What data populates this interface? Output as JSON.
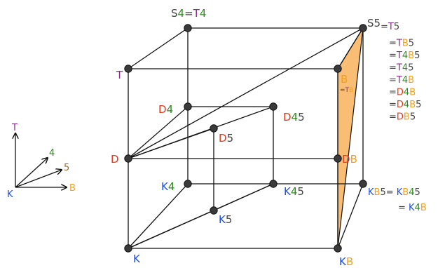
{
  "colors": {
    "K": "#1f4fe0",
    "T": "#8a2a8a",
    "n4": "#2e8a1e",
    "n5": "#9a6a2a",
    "B": "#f0a020",
    "D": "#e8381a",
    "S": "#444444",
    "edge": "#111111",
    "face": "#f9be73"
  },
  "vertices": [
    {
      "id": "K",
      "label": [
        [
          "K",
          "K"
        ]
      ]
    },
    {
      "id": "KB",
      "label": [
        [
          "K",
          "K"
        ],
        [
          "B",
          "B"
        ]
      ]
    },
    {
      "id": "D",
      "label": [
        [
          "D",
          "D"
        ]
      ]
    },
    {
      "id": "DB",
      "label": [
        [
          "D",
          "D"
        ],
        [
          "B",
          "B"
        ]
      ]
    },
    {
      "id": "T",
      "label": [
        [
          "T",
          "T"
        ]
      ]
    },
    {
      "id": "B",
      "label": [
        [
          "B",
          "B"
        ]
      ]
    },
    {
      "id": "S4",
      "label": [
        [
          "S",
          "S"
        ],
        [
          "4",
          "n4"
        ],
        [
          "=",
          "S"
        ],
        [
          "T",
          "T"
        ],
        [
          "4",
          "n4"
        ]
      ]
    },
    {
      "id": "S5",
      "label": [
        [
          "S",
          "S"
        ],
        [
          "5",
          "S"
        ]
      ]
    },
    {
      "id": "K4",
      "label": [
        [
          "K",
          "K"
        ],
        [
          "4",
          "n4"
        ]
      ]
    },
    {
      "id": "K45",
      "label": [
        [
          "K",
          "K"
        ],
        [
          "4",
          "n4"
        ],
        [
          "5",
          "S"
        ]
      ]
    },
    {
      "id": "D4",
      "label": [
        [
          "D",
          "D"
        ],
        [
          "4",
          "n4"
        ]
      ]
    },
    {
      "id": "D45",
      "label": [
        [
          "D",
          "D"
        ],
        [
          "4",
          "n4"
        ],
        [
          "5",
          "S"
        ]
      ]
    },
    {
      "id": "D5",
      "label": [
        [
          "D",
          "D"
        ],
        [
          "5",
          "S"
        ]
      ]
    },
    {
      "id": "K5",
      "label": [
        [
          "K",
          "K"
        ],
        [
          "5",
          "S"
        ]
      ]
    }
  ],
  "face_labels": {
    "tb": [
      [
        "=",
        "S"
      ],
      [
        "T",
        "T"
      ],
      [
        "B",
        "B"
      ]
    ]
  },
  "s5_equalities": [
    [
      [
        "=",
        "S"
      ],
      [
        "T",
        "T"
      ],
      [
        "5",
        "S"
      ]
    ],
    [
      [
        "=",
        "S"
      ],
      [
        "T",
        "T"
      ],
      [
        "B",
        "B"
      ],
      [
        "5",
        "S"
      ]
    ],
    [
      [
        "=",
        "S"
      ],
      [
        "T",
        "T"
      ],
      [
        "4",
        "n4"
      ],
      [
        "B",
        "B"
      ],
      [
        "5",
        "S"
      ]
    ],
    [
      [
        "=",
        "S"
      ],
      [
        "T",
        "T"
      ],
      [
        "4",
        "n4"
      ],
      [
        "5",
        "S"
      ]
    ],
    [
      [
        "=",
        "S"
      ],
      [
        "T",
        "T"
      ],
      [
        "4",
        "n4"
      ],
      [
        "B",
        "B"
      ]
    ],
    [
      [
        "=",
        "S"
      ],
      [
        "D",
        "D"
      ],
      [
        "4",
        "n4"
      ],
      [
        "B",
        "B"
      ]
    ],
    [
      [
        "=",
        "S"
      ],
      [
        "D",
        "D"
      ],
      [
        "4",
        "n4"
      ],
      [
        "B",
        "B"
      ],
      [
        "5",
        "S"
      ]
    ],
    [
      [
        "=",
        "S"
      ],
      [
        "D",
        "D"
      ],
      [
        "B",
        "B"
      ],
      [
        "5",
        "S"
      ]
    ]
  ],
  "kb5_equalities": [
    [
      [
        "K",
        "K"
      ],
      [
        "B",
        "B"
      ],
      [
        "5",
        "S"
      ],
      [
        "= ",
        "S"
      ],
      [
        "K",
        "K"
      ],
      [
        "B",
        "B"
      ],
      [
        "4",
        "n4"
      ],
      [
        "5",
        "S"
      ]
    ],
    [
      [
        "= ",
        "S"
      ],
      [
        "K",
        "K"
      ],
      [
        "4",
        "n4"
      ],
      [
        "B",
        "B"
      ]
    ]
  ],
  "axes": {
    "origin": [
      [
        "K",
        "K"
      ]
    ],
    "T": [
      [
        "T",
        "T"
      ]
    ],
    "n4": [
      [
        "4",
        "n4"
      ]
    ],
    "n5": [
      [
        "5",
        "n5"
      ]
    ],
    "B": [
      [
        "B",
        "B"
      ]
    ]
  }
}
